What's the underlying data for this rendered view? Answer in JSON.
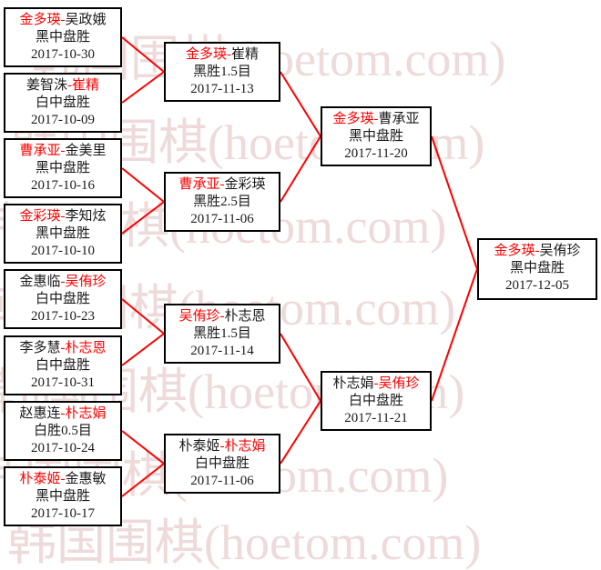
{
  "watermark": {
    "text": "韩国围棋(hoetom.com)",
    "color": "#eedada"
  },
  "ui": {
    "separator": "-"
  },
  "colors": {
    "winner_name": "#ff0000",
    "connector_line": "#ff0000",
    "box_border": "#000000"
  },
  "bracket": {
    "round1": [
      {
        "p1": "金多瑛",
        "p1_red": true,
        "p2": "吴政娥",
        "p2_red": false,
        "result": "黑中盘胜",
        "date": "2017-10-30"
      },
      {
        "p1": "姜智洙",
        "p1_red": false,
        "p2": "崔精",
        "p2_red": true,
        "result": "白中盘胜",
        "date": "2017-10-09"
      },
      {
        "p1": "曹承亚",
        "p1_red": true,
        "p2": "金美里",
        "p2_red": false,
        "result": "黑中盘胜",
        "date": "2017-10-16"
      },
      {
        "p1": "金彩瑛",
        "p1_red": true,
        "p2": "李知炫",
        "p2_red": false,
        "result": "黑中盘胜",
        "date": "2017-10-10"
      },
      {
        "p1": "金惠临",
        "p1_red": false,
        "p2": "吴侑珍",
        "p2_red": true,
        "result": "白中盘胜",
        "date": "2017-10-23"
      },
      {
        "p1": "李多慧",
        "p1_red": false,
        "p2": "朴志恩",
        "p2_red": true,
        "result": "白中盘胜",
        "date": "2017-10-31"
      },
      {
        "p1": "赵惠连",
        "p1_red": false,
        "p2": "朴志娟",
        "p2_red": true,
        "result": "白胜0.5目",
        "date": "2017-10-24"
      },
      {
        "p1": "朴泰姬",
        "p1_red": true,
        "p2": "金惠敏",
        "p2_red": false,
        "result": "黑中盘胜",
        "date": "2017-10-17"
      }
    ],
    "round2": [
      {
        "p1": "金多瑛",
        "p1_red": true,
        "p2": "崔精",
        "p2_red": false,
        "result": "黑胜1.5目",
        "date": "2017-11-13"
      },
      {
        "p1": "曹承亚",
        "p1_red": true,
        "p2": "金彩瑛",
        "p2_red": false,
        "result": "黑胜2.5目",
        "date": "2017-11-06"
      },
      {
        "p1": "吴侑珍",
        "p1_red": true,
        "p2": "朴志恩",
        "p2_red": false,
        "result": "黑胜1.5目",
        "date": "2017-11-14"
      },
      {
        "p1": "朴泰姬",
        "p1_red": false,
        "p2": "朴志娟",
        "p2_red": true,
        "result": "白中盘胜",
        "date": "2017-11-06"
      }
    ],
    "semifinals": [
      {
        "p1": "金多瑛",
        "p1_red": true,
        "p2": "曹承亚",
        "p2_red": false,
        "result": "黑中盘胜",
        "date": "2017-11-20"
      },
      {
        "p1": "朴志娟",
        "p1_red": false,
        "p2": "吴侑珍",
        "p2_red": true,
        "result": "白中盘胜",
        "date": "2017-11-21"
      }
    ],
    "final": [
      {
        "p1": "金多瑛",
        "p1_red": true,
        "p2": "吴侑珍",
        "p2_red": false,
        "result": "黑中盘胜",
        "date": "2017-12-05"
      }
    ]
  }
}
